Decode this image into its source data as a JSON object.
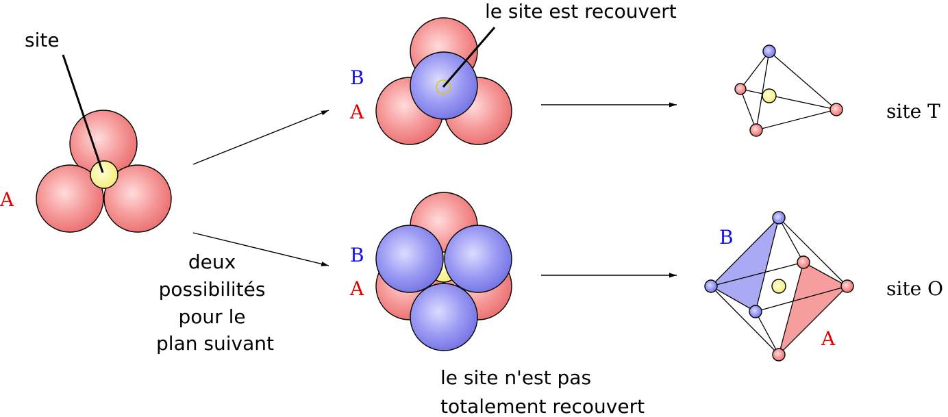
{
  "labels": {
    "site": "site",
    "layer_a": "A",
    "layer_b": "B",
    "covered": "le site est recouvert",
    "possibilities": [
      "deux",
      "possibilités",
      "pour le",
      "plan suivant"
    ],
    "not_covered": [
      "le site n'est pas",
      "totalement recouvert"
    ],
    "site_t": "site T",
    "site_o": "site O"
  },
  "colors": {
    "layer_a": "#f08080",
    "layer_b": "#8f8ff0",
    "site": "#f8f27a",
    "label_a": "#e00000",
    "label_b": "#1010e0"
  }
}
